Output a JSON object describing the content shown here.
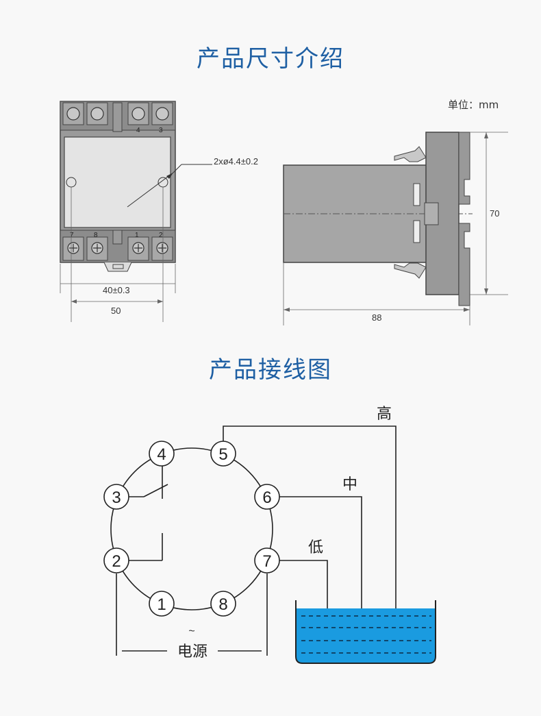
{
  "titles": {
    "dimensions": "产品尺寸介绍",
    "wiring": "产品接线图"
  },
  "unit": "单位：mm",
  "dimensions": {
    "hole_spec": "2xø4.4±0.2",
    "mount_spacing": "40±0.3",
    "width": "50",
    "depth": "88",
    "height": "70",
    "top_terminals": [
      "4",
      "3"
    ],
    "bottom_terminals": [
      "7",
      "8",
      "1",
      "2"
    ]
  },
  "wiring": {
    "nodes": [
      "1",
      "2",
      "3",
      "4",
      "5",
      "6",
      "7",
      "8"
    ],
    "levels": {
      "high": "高",
      "mid": "中",
      "low": "低"
    },
    "power_symbol": "~",
    "power_label": "电源"
  },
  "colors": {
    "title": "#1e5fa3",
    "water": "#1a9be0",
    "housing": "#9a9a9a",
    "line": "#222222"
  }
}
